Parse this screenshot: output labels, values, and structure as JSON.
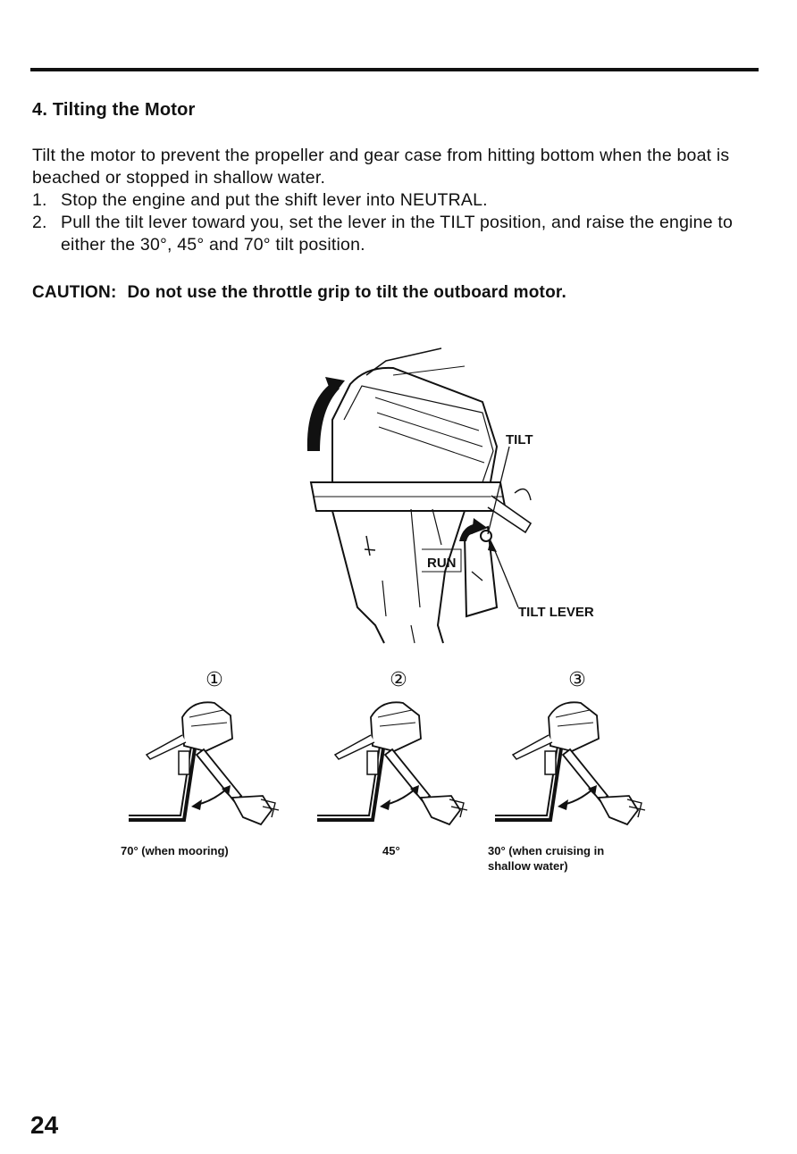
{
  "section": {
    "title": "4. Tilting the Motor",
    "intro": "Tilt the motor to prevent the propeller and gear case from hitting bottom when the boat is beached or stopped in shallow water.",
    "steps": [
      {
        "num": "1.",
        "text": "Stop the engine and put the shift lever into NEUTRAL."
      },
      {
        "num": "2.",
        "text": "Pull the tilt lever toward you, set the lever in the TILT position, and raise the engine to either the 30°, 45° and 70° tilt position."
      }
    ],
    "caution_label": "CAUTION:",
    "caution_text": "Do not use the throttle grip to tilt the outboard motor."
  },
  "main_figure": {
    "labels": {
      "tilt": "TILT",
      "run": "RUN",
      "tilt_lever": "TILT LEVER"
    }
  },
  "positions": [
    {
      "marker": "①",
      "caption_line1": "70° (when mooring)",
      "caption_line2": ""
    },
    {
      "marker": "②",
      "caption_line1": "45°",
      "caption_line2": ""
    },
    {
      "marker": "③",
      "caption_line1": "30° (when cruising in",
      "caption_line2": "shallow water)"
    }
  ],
  "page_number": "24"
}
